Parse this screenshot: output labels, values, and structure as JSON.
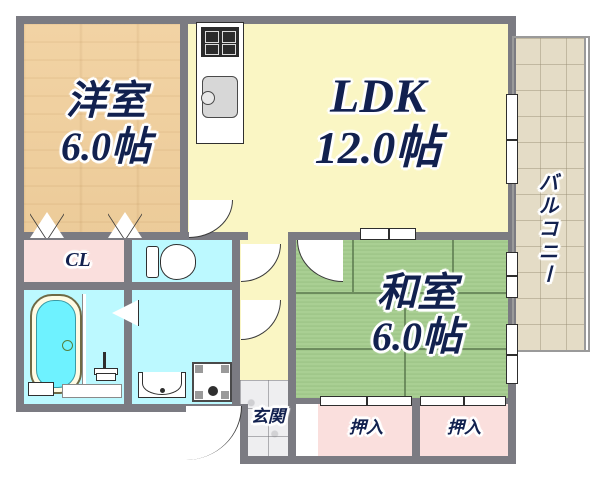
{
  "plan": {
    "type": "japanese-apartment-floorplan",
    "layout_name": "2LDK",
    "background_color": "#ffffff",
    "wall_color": "#7b7b82",
    "label_color": "#12214f"
  },
  "rooms": [
    {
      "id": "western-room",
      "label": "洋室",
      "size": "6.0帖",
      "floor": "wood",
      "color": "#eccb99"
    },
    {
      "id": "ldk",
      "label": "LDK",
      "size": "12.0帖",
      "floor": "flooring",
      "color": "#faf6c4"
    },
    {
      "id": "japanese-room",
      "label": "和室",
      "size": "6.0帖",
      "floor": "tatami",
      "color": "#a9cf93"
    },
    {
      "id": "balcony",
      "label": "バルコニー",
      "size": "",
      "floor": "tile",
      "color": "#e4dcc6"
    },
    {
      "id": "entrance",
      "label": "玄関",
      "size": "",
      "floor": "tile",
      "color": "#eeeef0"
    },
    {
      "id": "closet",
      "label": "CL",
      "size": "",
      "floor": "closet",
      "color": "#fadfdd"
    },
    {
      "id": "oshiire-left",
      "label": "押入",
      "size": "",
      "floor": "closet",
      "color": "#fadfdd"
    },
    {
      "id": "oshiire-right",
      "label": "押入",
      "size": "",
      "floor": "closet",
      "color": "#fadfdd"
    }
  ],
  "fixtures": [
    {
      "id": "stove",
      "name": "kitchen-stove"
    },
    {
      "id": "kitchen-sink",
      "name": "kitchen-sink"
    },
    {
      "id": "toilet",
      "name": "toilet"
    },
    {
      "id": "bathtub",
      "name": "bathtub"
    },
    {
      "id": "shower-faucet",
      "name": "shower-faucet"
    },
    {
      "id": "vanity-sink",
      "name": "washbasin"
    },
    {
      "id": "washer",
      "name": "washing-machine"
    }
  ],
  "labels": {
    "western_room_name": "洋室",
    "western_room_area": "6.0帖",
    "ldk_name": "LDK",
    "ldk_area": "12.0帖",
    "japanese_room_name": "和室",
    "japanese_room_area": "6.0帖",
    "balcony_name": "バルコニー",
    "entrance_name": "玄関",
    "closet_name": "CL",
    "oshiire_left_name": "押入",
    "oshiire_right_name": "押入"
  }
}
